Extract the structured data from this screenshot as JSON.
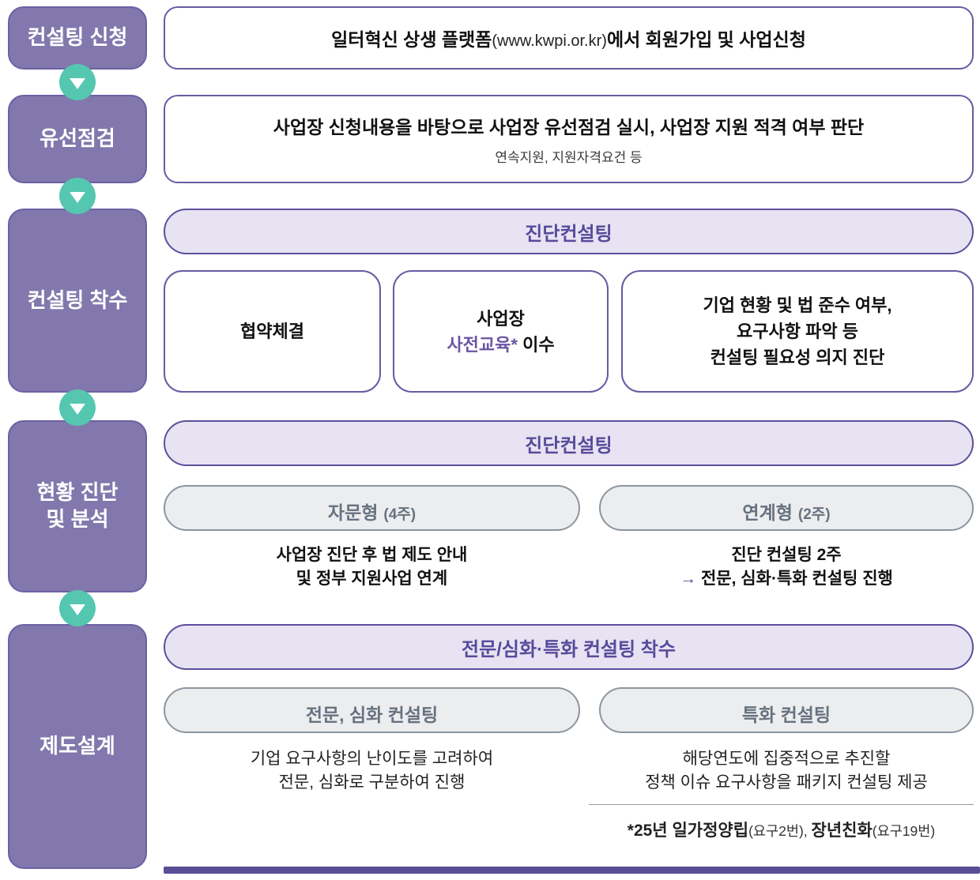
{
  "left_steps": {
    "s1": "컨설팅 신청",
    "s2": "유선점검",
    "s3": "컨설팅 착수",
    "s4": "현황 진단\n및 분석",
    "s5": "제도설계"
  },
  "row1": {
    "t1": "일터혁신 상생 플랫폼",
    "t2": "(www.kwpi.or.kr)",
    "t3": "에서 회원가입 및 사업신청"
  },
  "row2": {
    "main": "사업장 신청내용을 바탕으로 사업장 유선점검 실시, 사업장 지원 적격 여부 판단",
    "sub": "연속지원, 지원자격요건 등"
  },
  "row3": {
    "header": "진단컨설팅",
    "box1": "협약체결",
    "box2_line1": "사업장",
    "box2_highlight": "사전교육*",
    "box2_rest": " 이수",
    "box3": "기업 현황 및 법 준수 여부,\n요구사항 파악 등\n컨설팅 필요성 의지 진단"
  },
  "row4": {
    "header": "진단컨설팅",
    "pill_left_title": "자문형",
    "pill_left_tag": "(4주)",
    "pill_right_title": "연계형",
    "pill_right_tag": "(2주)",
    "left_desc": "사업장 진단 후 법 제도 안내\n및 정부 지원사업 연계",
    "right_desc_line1": "진단 컨설팅 2주",
    "right_desc_arrow": "→",
    "right_desc_line2": " 전문, 심화·특화 컨설팅 진행"
  },
  "row5": {
    "header": "전문/심화·특화 컨설팅 착수",
    "pill_left": "전문, 심화 컨설팅",
    "pill_right": "특화 컨설팅",
    "left_desc": "기업 요구사항의 난이도를 고려하여\n전문, 심화로 구분하여 진행",
    "right_desc": "해당연도에 집중적으로 추진할\n정책 이슈 요구사항을 패키지 컨설팅 제공",
    "note_b1": "*25년 일가정양립",
    "note_r1": "(요구2번), ",
    "note_b2": "장년친화",
    "note_r2": "(요구19번)"
  },
  "colors": {
    "step_purple": "#8278AD",
    "step_border": "#6C61A4",
    "arrow_teal": "#55C6B0",
    "header_pill_bg": "#E7E3F2",
    "header_pill_border": "#5D4F9B",
    "accent_purple": "#584A9B",
    "outline_purple": "#655CA2",
    "gray_pill_bg": "#ECEDEF",
    "gray_pill_border": "#8D959D",
    "gray_pill_text": "#67727F",
    "highlight_purple": "#6A55A3",
    "bottom_bar": "#5B4D96"
  }
}
